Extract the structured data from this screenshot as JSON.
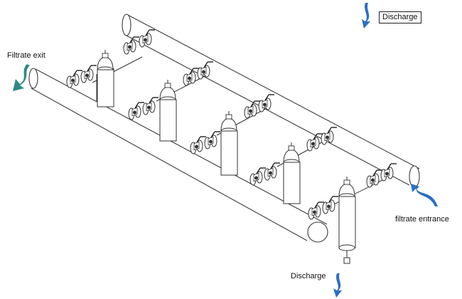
{
  "labels": {
    "filtrate_exit": "Filtrate  exit",
    "discharge_top": "Discharge",
    "filtrate_entrance": "filtrate  entrance",
    "discharge_bottom": "Discharge"
  },
  "filter_unit_count": 5,
  "colors": {
    "line": "#3a3a3a",
    "arrow_blue": "#2a6fc4",
    "arrow_teal": "#2d8a86"
  },
  "icons": {
    "flow_arrow": "curved-flow-arrow",
    "valve": "butterfly-valve",
    "filter": "filter-housing"
  }
}
